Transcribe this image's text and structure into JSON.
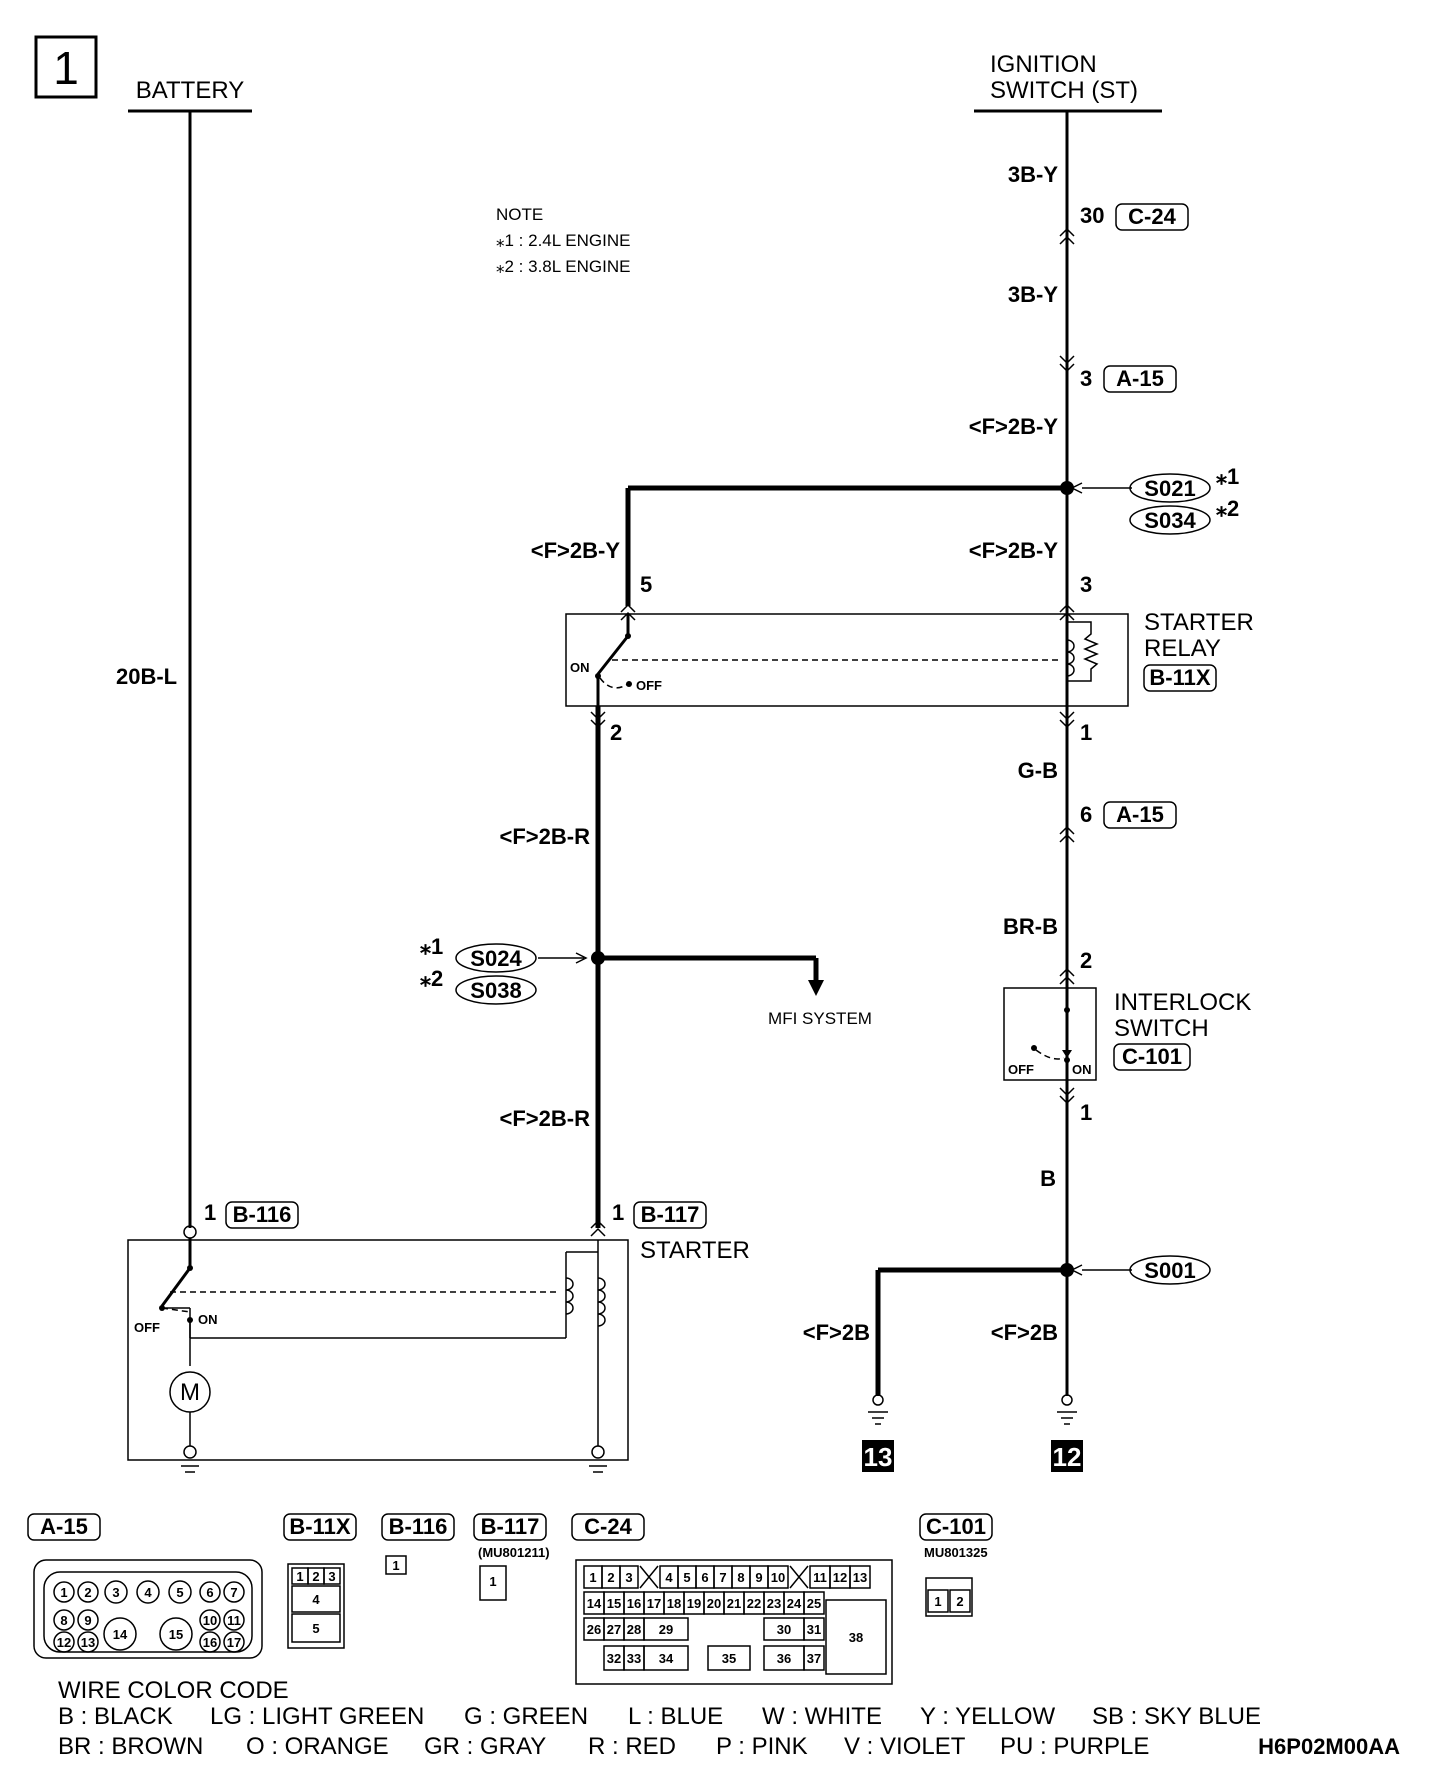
{
  "page_number": "1",
  "sources": {
    "battery": "BATTERY",
    "ignition_l1": "IGNITION",
    "ignition_l2": "SWITCH (ST)"
  },
  "note": {
    "title": "NOTE",
    "l1": "⁎1 : 2.4L ENGINE",
    "l2": "⁎2 : 3.8L ENGINE"
  },
  "wires": {
    "battery_main": "20B-L",
    "ign_1": "3B-Y",
    "ign_2": "3B-Y",
    "ign_3": "<F>2B-Y",
    "relay_left": "<F>2B-Y",
    "relay_right": "<F>2B-Y",
    "relay_out_1": "<F>2B-R",
    "relay_out_2": "<F>2B-R",
    "gb": "G-B",
    "brb": "BR-B",
    "b": "B",
    "gnd_left": "<F>2B",
    "gnd_right": "<F>2B"
  },
  "connectors": {
    "c24": {
      "pin": "30",
      "ref": "C-24"
    },
    "a15_top": {
      "pin": "3",
      "ref": "A-15"
    },
    "relay_pin5": "5",
    "relay_pin3": "3",
    "relay_pin2": "2",
    "relay_pin1": "1",
    "a15_mid": {
      "pin": "6",
      "ref": "A-15"
    },
    "interlock_pin2": "2",
    "interlock_pin1": "1",
    "b116": {
      "pin": "1",
      "ref": "B-116"
    },
    "b117": {
      "pin": "1",
      "ref": "B-117"
    }
  },
  "splices": {
    "s021": "S021",
    "s034": "S034",
    "s024": "S024",
    "s038": "S038",
    "s001": "S001",
    "mark1": "⁎1",
    "mark2": "⁎2"
  },
  "components": {
    "relay": {
      "l1": "STARTER",
      "l2": "RELAY",
      "ref": "B-11X",
      "on": "ON",
      "off": "OFF"
    },
    "interlock": {
      "l1": "INTERLOCK",
      "l2": "SWITCH",
      "ref": "C-101",
      "on": "ON",
      "off": "OFF"
    },
    "starter": {
      "label": "STARTER",
      "on": "ON",
      "off": "OFF",
      "motor": "M"
    },
    "mfi": "MFI SYSTEM"
  },
  "grounds": {
    "g13": "13",
    "g12": "12"
  },
  "connector_views": {
    "a15": {
      "ref": "A-15",
      "pins": [
        "1",
        "2",
        "3",
        "4",
        "5",
        "6",
        "7",
        "8",
        "9",
        "14",
        "15",
        "10",
        "11",
        "12",
        "13",
        "16",
        "17"
      ]
    },
    "b11x": {
      "ref": "B-11X",
      "pins": [
        "1",
        "2",
        "3",
        "4",
        "5"
      ]
    },
    "b116": {
      "ref": "B-116",
      "pin": "1"
    },
    "b117": {
      "ref": "B-117",
      "part": "(MU801211)",
      "pin": "1"
    },
    "c24": {
      "ref": "C-24",
      "pins": [
        "1",
        "2",
        "3",
        "4",
        "5",
        "6",
        "7",
        "8",
        "9",
        "10",
        "11",
        "12",
        "13",
        "14",
        "15",
        "16",
        "17",
        "18",
        "19",
        "20",
        "21",
        "22",
        "23",
        "24",
        "25",
        "26",
        "27",
        "28",
        "29",
        "30",
        "31",
        "38",
        "32",
        "33",
        "34",
        "35",
        "36",
        "37"
      ]
    },
    "c101": {
      "ref": "C-101",
      "part": "MU801325",
      "pins": [
        "1",
        "2"
      ]
    }
  },
  "legend": {
    "title": "WIRE COLOR CODE",
    "row1": [
      "B : BLACK",
      "LG : LIGHT GREEN",
      "G : GREEN",
      "L : BLUE",
      "W : WHITE",
      "Y : YELLOW",
      "SB : SKY BLUE"
    ],
    "row2": [
      "BR : BROWN",
      "O : ORANGE",
      "GR : GRAY",
      "R : RED",
      "P : PINK",
      "V : VIOLET",
      "PU : PURPLE"
    ]
  },
  "figure_code": "H6P02M00AA"
}
